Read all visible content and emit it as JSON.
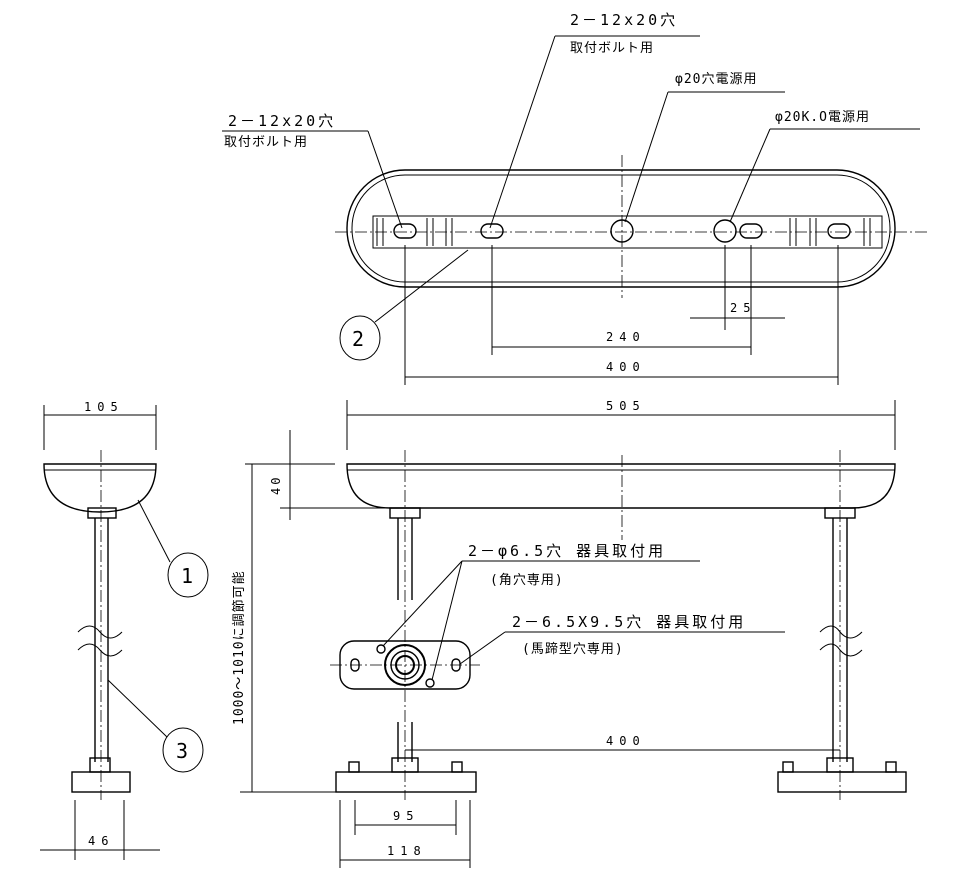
{
  "top_view": {
    "label_left_holes": "2－12x20穴",
    "label_left_holes_sub": "取付ボルト用",
    "label_mid_holes": "2－12x20穴",
    "label_mid_holes_sub": "取付ボルト用",
    "label_center_hole": "φ20穴電源用",
    "label_ko_hole": "φ20K.O電源用",
    "part_marker": "2",
    "dim_25": "25",
    "dim_240": "240",
    "dim_400": "400"
  },
  "side_view": {
    "dim_105": "105",
    "dim_46": "46",
    "part_marker_1": "1",
    "part_marker_3": "3"
  },
  "front_view": {
    "dim_505": "505",
    "dim_40": "40",
    "dim_height": "1000～1010に調節可能",
    "dim_400": "400",
    "dim_95": "95",
    "dim_118": "118",
    "label_mount_holes": "2－φ6.5穴 器具取付用",
    "label_mount_holes_sub": "(角穴専用)",
    "label_slot_holes": "2－6.5X9.5穴 器具取付用",
    "label_slot_holes_sub": "(馬蹄型穴専用)"
  }
}
